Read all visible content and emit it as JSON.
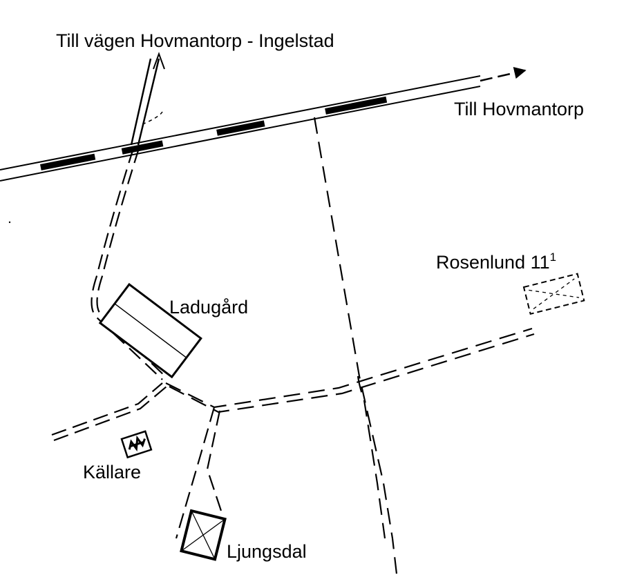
{
  "labels": {
    "road_north": "Till vägen Hovmantorp - Ingelstad",
    "road_east": "Till Hovmantorp",
    "rosenlund": "Rosenlund 11",
    "rosenlund_sup": "1",
    "ladugard": "Ladugård",
    "kallare": "Källare",
    "ljungsdal": "Ljungsdal"
  },
  "colors": {
    "ink": "#000000",
    "paper": "#ffffff"
  }
}
